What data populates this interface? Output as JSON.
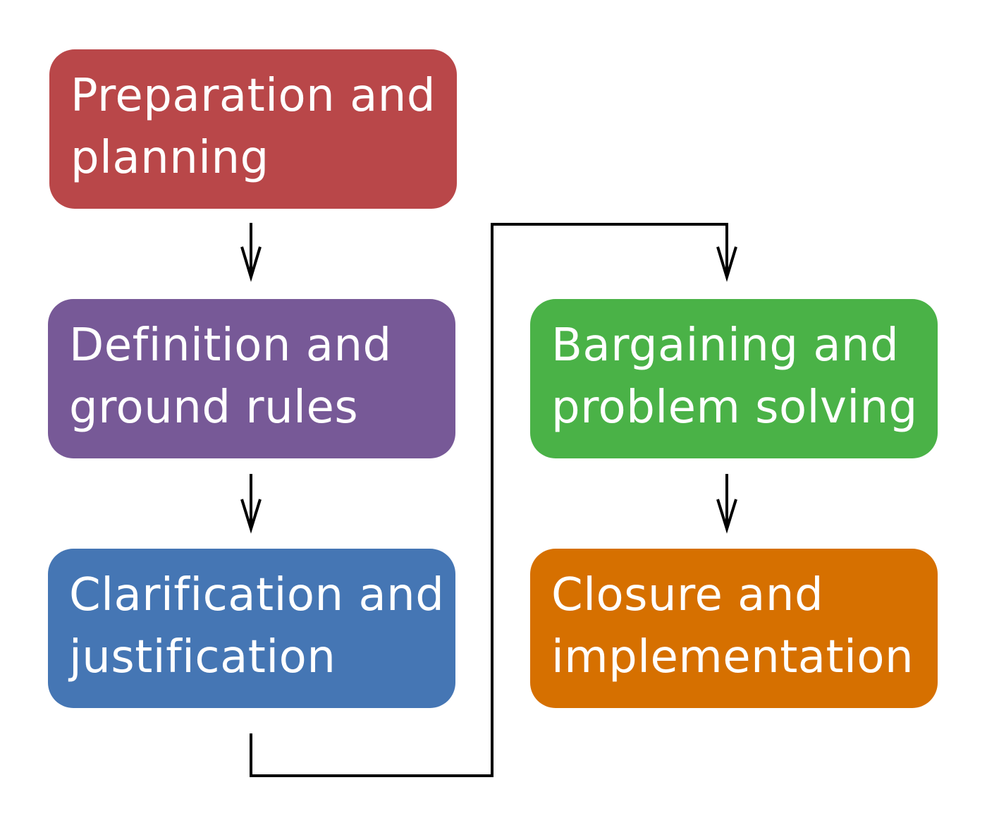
{
  "stages": [
    {
      "line1": "Preparation and",
      "line2": "planning",
      "color": "#b94749"
    },
    {
      "line1": "Definition and",
      "line2": "ground rules",
      "color": "#775997"
    },
    {
      "line1": "Clarification and",
      "line2": "justification",
      "color": "#4576b4"
    },
    {
      "line1": "Bargaining and",
      "line2": "problem solving",
      "color": "#4ab247"
    },
    {
      "line1": "Closure and",
      "line2": "implementation",
      "color": "#d67000"
    }
  ],
  "connector_color": "#000000"
}
